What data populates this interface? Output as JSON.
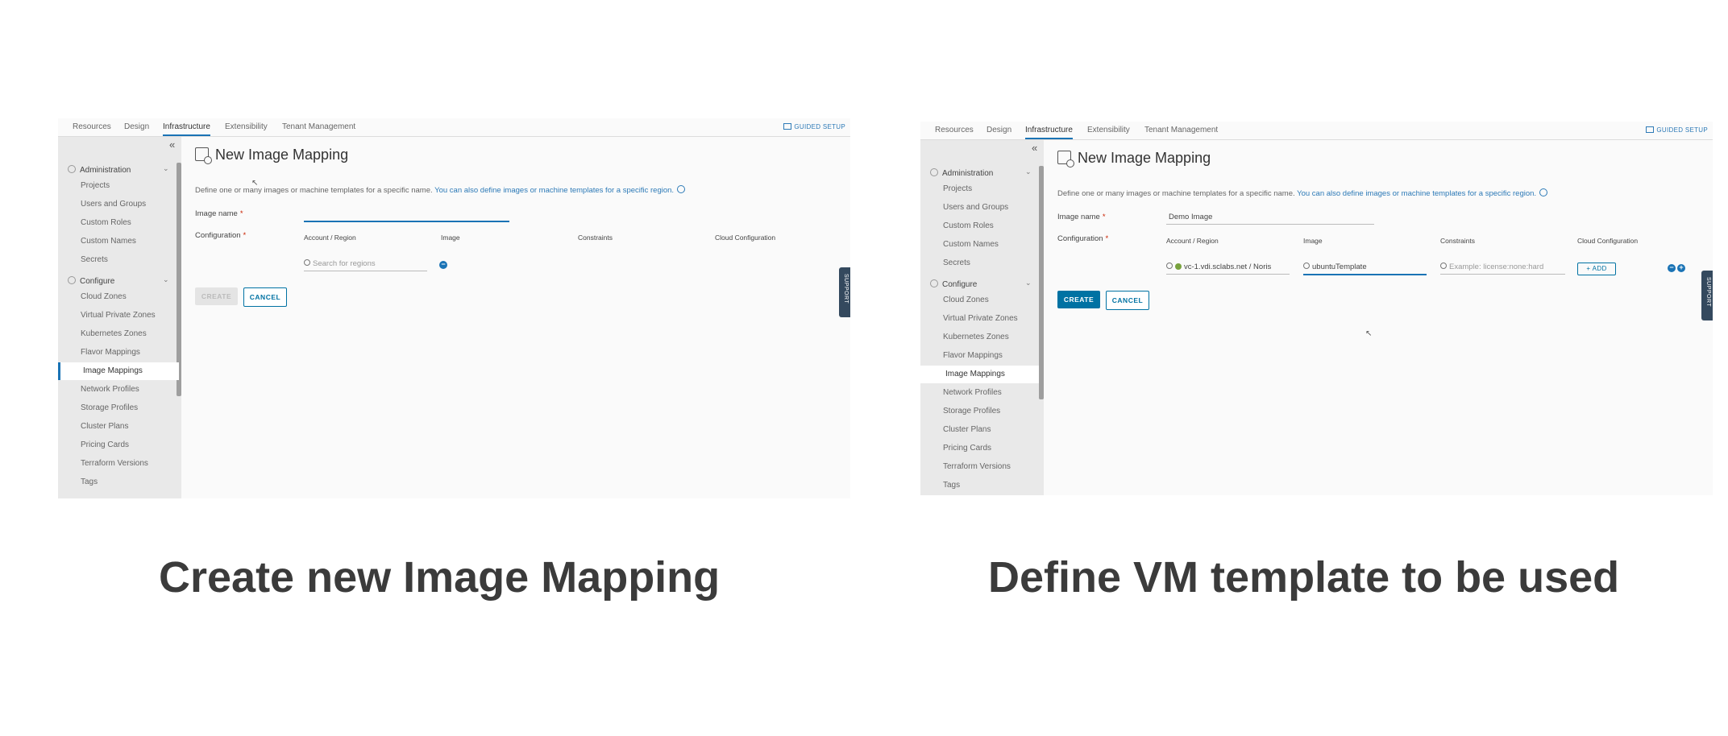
{
  "nav": {
    "tabs": [
      "Resources",
      "Design",
      "Infrastructure",
      "Extensibility",
      "Tenant Management"
    ],
    "active": "Infrastructure",
    "guided_setup": "GUIDED SETUP"
  },
  "sidebar": {
    "administration": "Administration",
    "admin_items": [
      "Projects",
      "Users and Groups",
      "Custom Roles",
      "Custom Names",
      "Secrets"
    ],
    "configure": "Configure",
    "config_items": [
      "Cloud Zones",
      "Virtual Private Zones",
      "Kubernetes Zones",
      "Flavor Mappings",
      "Image Mappings",
      "Network Profiles",
      "Storage Profiles",
      "Cluster Plans",
      "Pricing Cards",
      "Terraform Versions",
      "Tags"
    ],
    "active_item": "Image Mappings"
  },
  "form": {
    "title": "New Image Mapping",
    "description": "Define one or many images or machine templates for a specific name. ",
    "description_link": "You can also define images or machine templates for a specific region.",
    "image_name_label": "Image name",
    "configuration_label": "Configuration",
    "columns": [
      "Account / Region",
      "Image",
      "Constraints",
      "Cloud Configuration"
    ],
    "region_placeholder": "Search for regions",
    "create": "CREATE",
    "cancel": "CANCEL",
    "add": "+ ADD",
    "support": "SUPPORT"
  },
  "left": {
    "image_name": ""
  },
  "right": {
    "image_name": "Demo Image",
    "region": "vc-1.vdi.sclabs.net / Noris",
    "image": "ubuntuTemplate",
    "constraints_placeholder": "Example: license:none:hard"
  },
  "captions": {
    "left": "Create new Image Mapping",
    "right": "Define VM template to be used"
  }
}
